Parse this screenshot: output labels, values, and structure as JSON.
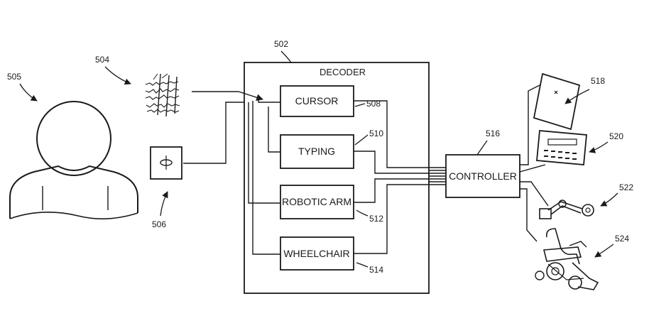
{
  "refs": {
    "r502": "502",
    "r504": "504",
    "r505": "505",
    "r506": "506",
    "r508": "508",
    "r510": "510",
    "r512": "512",
    "r514": "514",
    "r516": "516",
    "r518": "518",
    "r520": "520",
    "r522": "522",
    "r524": "524"
  },
  "decoder": {
    "label": "DECODER"
  },
  "modules": {
    "cursor": "CURSOR",
    "typing": "TYPING",
    "robotic_arm": "ROBOTIC ARM",
    "wheelchair": "WHEELCHAIR"
  },
  "controller": {
    "label": "CONTROLLER"
  },
  "icons": {
    "user": "person-icon",
    "neural_signals": "neural-signals-icon",
    "sensor": "sensor-icon",
    "display": "display-screen-icon",
    "keypad": "keypad-device-icon",
    "robot_arm": "robot-arm-icon",
    "wheelchair": "wheelchair-icon"
  }
}
